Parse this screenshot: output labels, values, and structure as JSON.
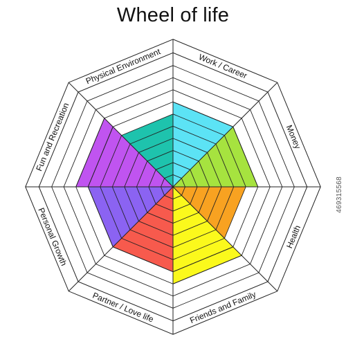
{
  "title": "Wheel of life",
  "stock_id": "469315568",
  "scale_levels": 10,
  "segments": [
    {
      "label": "Work / Career",
      "score": 7,
      "color": "#5ce3f5"
    },
    {
      "label": "Money",
      "score": 7,
      "color": "#a6e33f"
    },
    {
      "label": "Health",
      "score": 6,
      "color": "#f8a221"
    },
    {
      "label": "Friends and Family",
      "score": 8,
      "color": "#fbf91c"
    },
    {
      "label": "Partner / Love life",
      "score": 7,
      "color": "#f75a4d"
    },
    {
      "label": "Personal Growth",
      "score": 7,
      "color": "#8b63f2"
    },
    {
      "label": "Fun and Recreation",
      "score": 8,
      "color": "#c054f0"
    },
    {
      "label": "Physical Environment",
      "score": 6,
      "color": "#1ec3ad"
    }
  ]
}
